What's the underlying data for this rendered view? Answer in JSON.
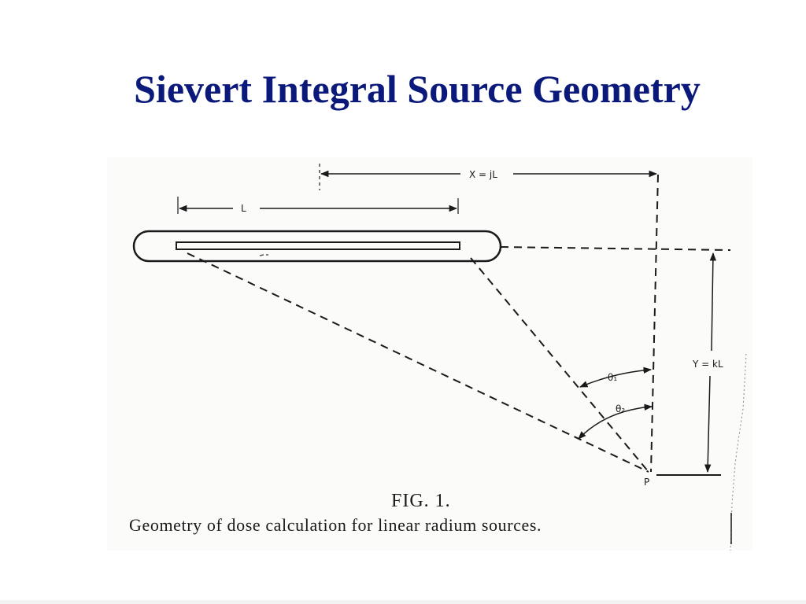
{
  "slide": {
    "title": "Sievert Integral Source Geometry"
  },
  "figure": {
    "labels": {
      "x_distance": "X = jL",
      "length": "L",
      "y_distance": "Y = kL",
      "theta1": "θ₁",
      "theta2": "θ₂",
      "point": "P"
    },
    "fig_number": "FIG. 1.",
    "caption": "Geometry of dose calculation for linear radium sources."
  }
}
